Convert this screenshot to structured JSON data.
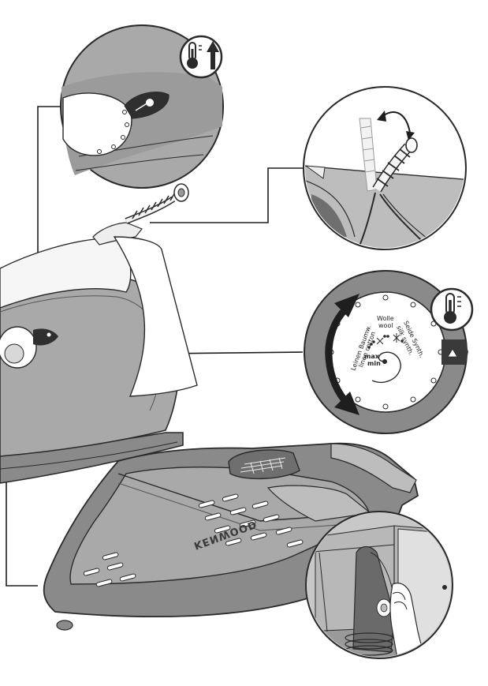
{
  "illustration": {
    "dial": {
      "label_linen_de": "Leinen Baumw.",
      "label_linen_en": "linen cotton",
      "label_wool_de": "Wolle",
      "label_wool_en": "wool",
      "label_silk_de": "Seide Synth.",
      "label_silk_en": "silk synth.",
      "label_max": "max",
      "label_min": "min"
    },
    "brand_on_base": "KENWOOD",
    "icons": {
      "temperature_up": "thermometer-up-arrow-icon",
      "temperature": "thermometer-icon"
    },
    "colors": {
      "body_dark": "#8a8a8a",
      "body_mid": "#a9a9a9",
      "body_light": "#cfcfcf",
      "outline": "#2a2a2a"
    }
  }
}
